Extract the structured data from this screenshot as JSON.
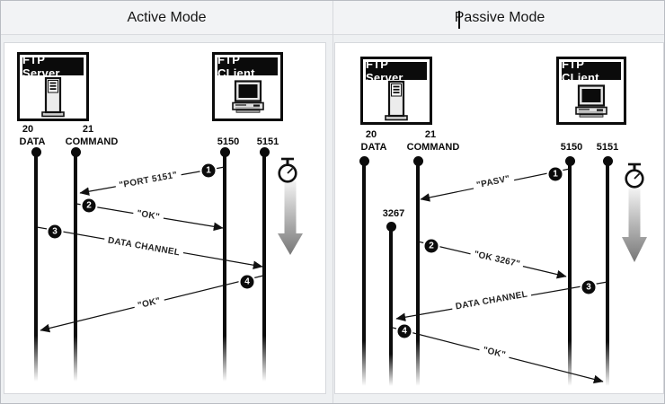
{
  "colors": {
    "panel_bg": "#ffffff",
    "chrome_bg": "#eef0f2",
    "ink": "#0b0b0b",
    "time_arrow": "#7f7f7f"
  },
  "panels": [
    {
      "title": "Active Mode",
      "server_label": "FTP Server",
      "client_label": "FTP CLient",
      "ports": {
        "p20": "20",
        "p20_name": "DATA",
        "p21": "21",
        "p21_name": "COMMAND",
        "client_a": "5150",
        "client_b": "5151"
      },
      "steps": [
        {
          "num": "1",
          "label": "\"PORT 5151\""
        },
        {
          "num": "2",
          "label": "\"OK\""
        },
        {
          "num": "3",
          "label": "DATA CHANNEL"
        },
        {
          "num": "4",
          "label": "\"OK\""
        }
      ]
    },
    {
      "title": "Passive Mode",
      "server_label": "FTP Server",
      "client_label": "FTP CLient",
      "ports": {
        "p20": "20",
        "p20_name": "DATA",
        "p21": "21",
        "p21_name": "COMMAND",
        "client_a": "5150",
        "client_b": "5151",
        "dynamic": "3267"
      },
      "steps": [
        {
          "num": "1",
          "label": "\"PASV\""
        },
        {
          "num": "2",
          "label": "\"OK 3267\""
        },
        {
          "num": "3",
          "label": "DATA CHANNEL"
        },
        {
          "num": "4",
          "label": "\"OK\""
        }
      ]
    }
  ]
}
